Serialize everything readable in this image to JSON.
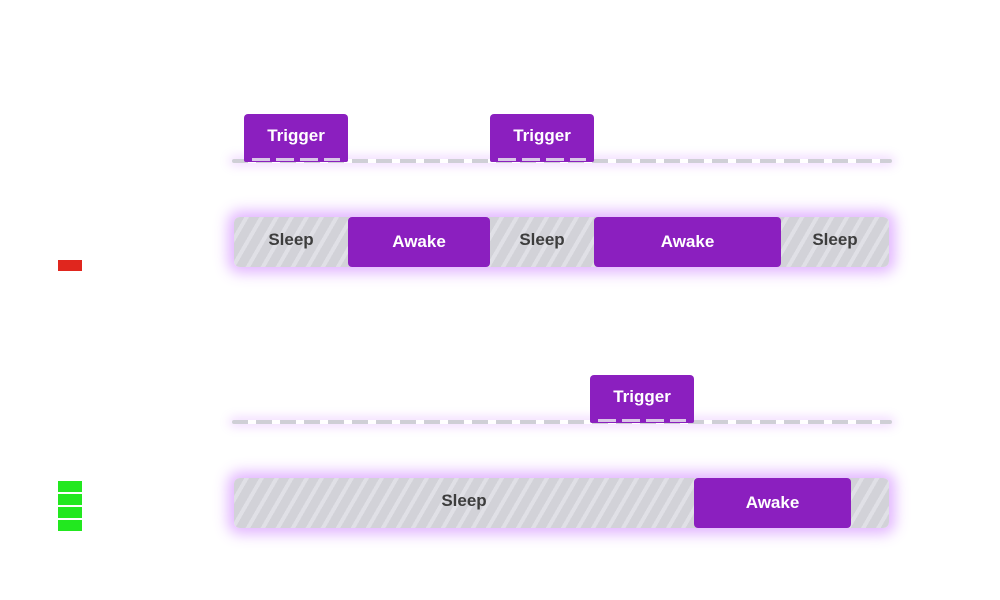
{
  "colors": {
    "accent": "#8b1fbf",
    "sleep": "#d2d2d8",
    "indicator_red": "#e0261e",
    "indicator_green": "#22e81f"
  },
  "diagrams": [
    {
      "indicator": {
        "color": "red",
        "bars": 1
      },
      "triggers": [
        {
          "label": "Trigger"
        },
        {
          "label": "Trigger"
        }
      ],
      "segments": [
        {
          "state": "sleep",
          "label": "Sleep"
        },
        {
          "state": "awake",
          "label": "Awake"
        },
        {
          "state": "sleep",
          "label": "Sleep"
        },
        {
          "state": "awake",
          "label": "Awake"
        },
        {
          "state": "sleep",
          "label": "Sleep"
        }
      ]
    },
    {
      "indicator": {
        "color": "green",
        "bars": 4
      },
      "triggers": [
        {
          "label": "Trigger"
        }
      ],
      "segments": [
        {
          "state": "sleep",
          "label": "Sleep"
        },
        {
          "state": "awake",
          "label": "Awake"
        },
        {
          "state": "sleep",
          "label": ""
        }
      ]
    }
  ]
}
